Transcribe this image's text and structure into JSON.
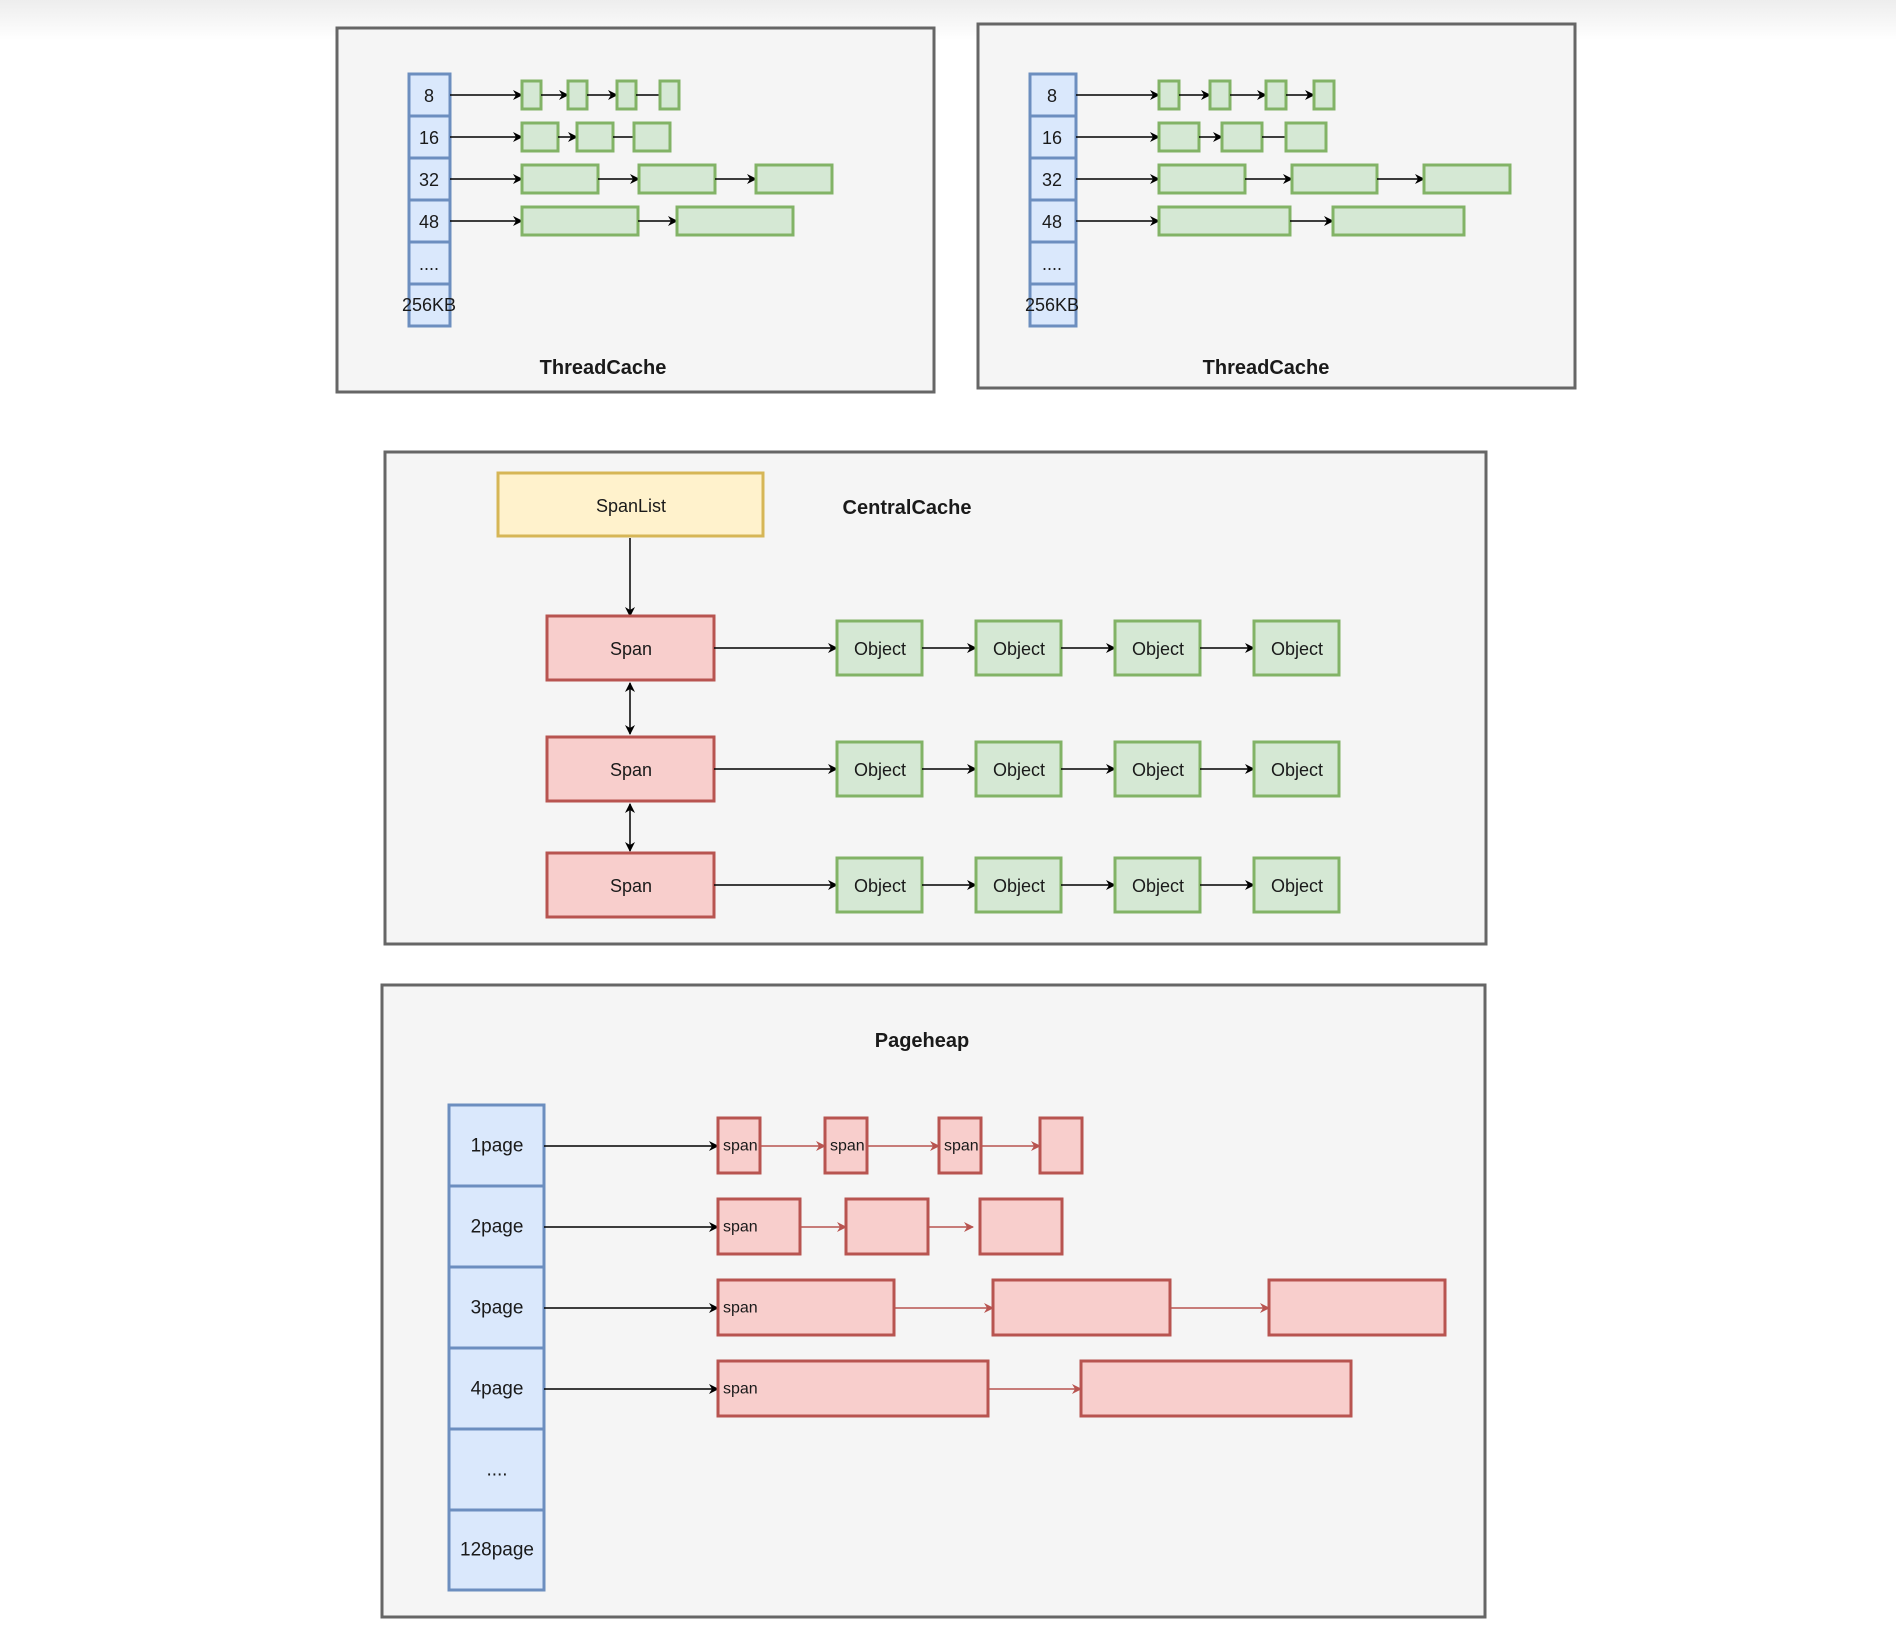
{
  "colors": {
    "panel_fill": "#f5f5f5",
    "panel_stroke": "#666666",
    "blue_fill": "#dae8fc",
    "blue_stroke": "#6c8ebf",
    "green_fill": "#d5e8d4",
    "green_stroke": "#82b366",
    "red_fill": "#f8cecc",
    "red_stroke": "#b85450",
    "yellow_fill": "#fff2cc",
    "yellow_stroke": "#d6b656",
    "arrow_black": "#000000",
    "arrow_red": "#b85450"
  },
  "thread_caches": [
    {
      "title": "ThreadCache",
      "size_classes": [
        "8",
        "16",
        "32",
        "48",
        "....",
        "256KB"
      ]
    },
    {
      "title": "ThreadCache",
      "size_classes": [
        "8",
        "16",
        "32",
        "48",
        "....",
        "256KB"
      ]
    }
  ],
  "central_cache": {
    "title": "CentralCache",
    "spanlist_label": "SpanList",
    "spans": [
      {
        "label": "Span",
        "objects": [
          "Object",
          "Object",
          "Object",
          "Object"
        ]
      },
      {
        "label": "Span",
        "objects": [
          "Object",
          "Object",
          "Object",
          "Object"
        ]
      },
      {
        "label": "Span",
        "objects": [
          "Object",
          "Object",
          "Object",
          "Object"
        ]
      }
    ]
  },
  "page_heap": {
    "title": "Pageheap",
    "rows": [
      {
        "label": "1page",
        "spans": [
          "span",
          "span",
          "span",
          ""
        ]
      },
      {
        "label": "2page",
        "spans": [
          "span",
          "",
          ""
        ]
      },
      {
        "label": "3page",
        "spans": [
          "span",
          "",
          ""
        ]
      },
      {
        "label": "4page",
        "spans": [
          "span",
          ""
        ]
      },
      {
        "label": "....",
        "spans": []
      },
      {
        "label": "128page",
        "spans": []
      }
    ]
  }
}
